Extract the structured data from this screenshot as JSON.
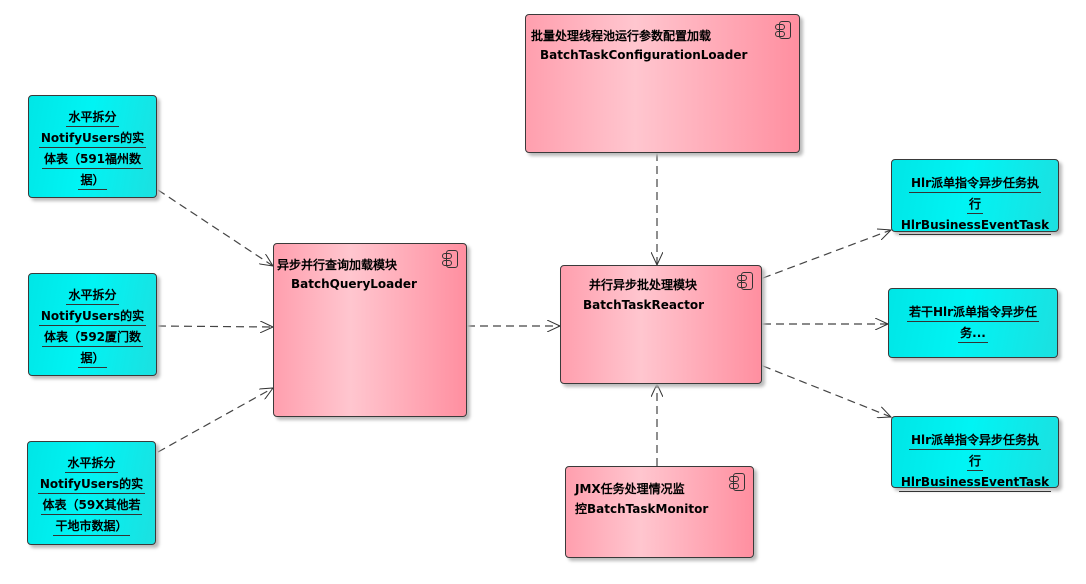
{
  "sources": [
    {
      "lines": [
        "水平拆分",
        "NotifyUsers的实",
        "体表（591福州数",
        "据）"
      ]
    },
    {
      "lines": [
        "水平拆分",
        "NotifyUsers的实",
        "体表（592厦门数",
        "据）"
      ]
    },
    {
      "lines": [
        "水平拆分",
        "NotifyUsers的实",
        "体表（59X其他若",
        "干地市数据）"
      ]
    }
  ],
  "loader": {
    "title": "异步并行查询加载模块",
    "name": "BatchQueryLoader"
  },
  "reactor": {
    "title": "并行异步批处理模块",
    "name": "BatchTaskReactor"
  },
  "config": {
    "title": "批量处理线程池运行参数配置加载",
    "name": "BatchTaskConfigurationLoader"
  },
  "monitor": {
    "title": "JMX任务处理情况监",
    "name": "控BatchTaskMonitor"
  },
  "tasks": [
    {
      "lines": [
        "Hlr派单指令异步任务执",
        "行",
        "HlrBusinessEventTask"
      ]
    },
    {
      "lines": [
        "若干Hlr派单指令异步任",
        "务..."
      ]
    },
    {
      "lines": [
        "Hlr派单指令异步任务执",
        "行",
        "HlrBusinessEventTask"
      ]
    }
  ],
  "colors": {
    "cyan": "#00f0f0",
    "pink": "#ffb3c0"
  }
}
